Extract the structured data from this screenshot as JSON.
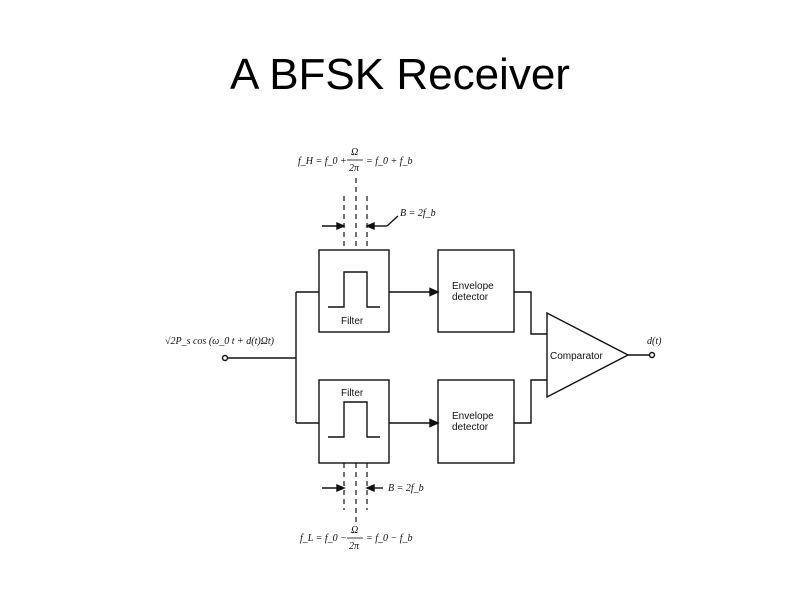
{
  "title": "A BFSK Receiver",
  "labels": {
    "upper_freq_eq": "f_H = f_0 + Ω/2π = f_0 + f_b",
    "upper_freq_eq_left": "f_H = f_0 +",
    "upper_freq_eq_right": "= f_0 + f_b",
    "lower_freq_eq": "f_L = f_0 − Ω/2π = f_0 − f_b",
    "lower_freq_eq_left": "f_L = f_0 −",
    "lower_freq_eq_right": "= f_0 − f_b",
    "omega": "Ω",
    "two_pi": "2π",
    "upper_bandwidth": "B = 2f_b",
    "lower_bandwidth": "B = 2f_b",
    "input_signal": "√2P_s cos (ω_0 t + d(t)Ωt)",
    "filter_upper": "Filter",
    "filter_lower": "Filter",
    "envelope_upper_line1": "Envelope",
    "envelope_upper_line2": "detector",
    "envelope_lower_line1": "Envelope",
    "envelope_lower_line2": "detector",
    "comparator": "Comparator",
    "output": "d(t)"
  },
  "colors": {
    "line": "#111111",
    "background": "#ffffff"
  }
}
